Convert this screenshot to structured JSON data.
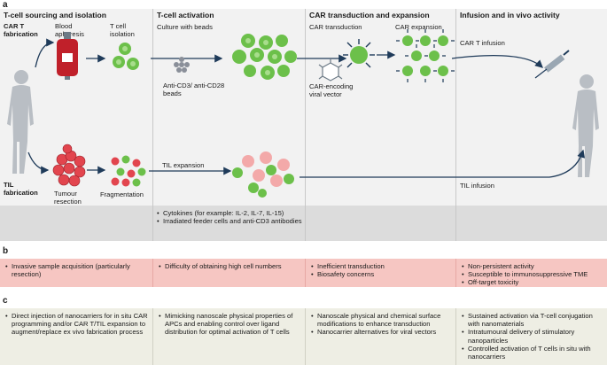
{
  "panel_letters": {
    "a": "a",
    "b": "b",
    "c": "c"
  },
  "columns": [
    {
      "title": "T-cell sourcing and isolation"
    },
    {
      "title": "T-cell activation"
    },
    {
      "title": "CAR transduction and expansion"
    },
    {
      "title": "Infusion and in vivo activity"
    }
  ],
  "labels": {
    "car_t_fabrication": "CAR T fabrication",
    "til_fabrication": "TIL fabrication",
    "blood_apheresis": "Blood apheresis",
    "t_cell_isolation": "T cell isolation",
    "culture_with_beads": "Culture with beads",
    "anti_beads": "Anti-CD3/ anti-CD28 beads",
    "car_transduction": "CAR transduction",
    "car_expansion": "CAR expansion",
    "car_viral_vector": "CAR-encoding viral vector",
    "car_t_infusion": "CAR T infusion",
    "tumour_resection": "Tumour resection",
    "fragmentation": "Fragmentation",
    "til_expansion": "TIL expansion",
    "til_infusion": "TIL infusion"
  },
  "row_a_notes": [
    "Cytokines (for example: IL-2, IL-7, IL-15)",
    "Irradiated feeder cells and anti-CD3 antibodies"
  ],
  "row_b": [
    [
      "Invasive sample acquisition (particularly resection)"
    ],
    [
      "Difficulty of obtaining high cell numbers"
    ],
    [
      "Inefficient transduction",
      "Biosafety concerns"
    ],
    [
      "Non-persistent activity",
      "Susceptible to immunosuppressive TME",
      "Off-target toxicity"
    ]
  ],
  "row_c": [
    [
      "Direct injection of nanocarriers for in situ CAR programming and/or CAR T/TIL expansion to augment/replace ex vivo fabrication process"
    ],
    [
      "Mimicking nanoscale physical properties of APCs and enabling control over ligand distribution for optimal activation of T cells"
    ],
    [
      "Nanoscale physical and chemical surface modifications to enhance transduction",
      "Nanocarrier alternatives for viral vectors"
    ],
    [
      "Sustained activation via T-cell conjugation with nanomaterials",
      "Intratumoural delivery of stimulatory nanoparticles",
      "Controlled activation of T cells in situ with nanocarriers"
    ]
  ],
  "colors": {
    "row_a_bg": "#f2f2f2",
    "row_a_note_bg": "#dcdcdc",
    "row_b_bg": "#f6c6c2",
    "row_c_bg": "#eeeee4",
    "t_cell_green": "#6cc04a",
    "til_red": "#e2454e",
    "blood_red": "#c0202a",
    "human_grey": "#b9bec4",
    "arrow": "#1f3b5a"
  },
  "icons": [
    "human-figure-icon",
    "blood-bag-icon",
    "t-cell-icon",
    "bead-icon",
    "viral-vector-icon",
    "car-t-cell-icon",
    "tumour-icon",
    "syringe-icon"
  ]
}
